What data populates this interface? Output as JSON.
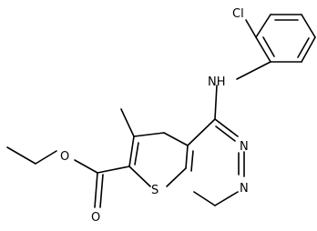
{
  "molecule": {
    "atoms": {
      "chlorine": "Cl",
      "amine": "NH",
      "ring_n_top": "N",
      "ring_n_bottom": "N",
      "sulfur": "S",
      "ester_o_single": "O",
      "ester_o_double": "O"
    },
    "colors": {
      "bond": "#000000",
      "label": "#000000",
      "background": "#ffffff"
    }
  }
}
